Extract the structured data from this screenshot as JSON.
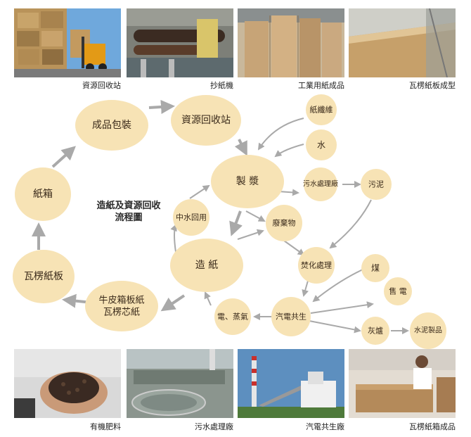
{
  "photos_top": [
    {
      "id": "recycle-station",
      "caption": "資源回收站"
    },
    {
      "id": "paper-machine",
      "caption": "抄紙機"
    },
    {
      "id": "industrial-paper",
      "caption": "工業用紙成品"
    },
    {
      "id": "corrugated-forming",
      "caption": "瓦楞紙板成型"
    }
  ],
  "photos_bottom": [
    {
      "id": "organic-fertilizer",
      "caption": "有機肥料"
    },
    {
      "id": "wastewater-plant",
      "caption": "污水處理廠"
    },
    {
      "id": "cogeneration-plant",
      "caption": "汽電共生廠"
    },
    {
      "id": "corrugated-box",
      "caption": "瓦楞紙箱成品"
    }
  ],
  "center_title": {
    "line1": "造紙及資源回收",
    "line2": "流程圖"
  },
  "nodes": {
    "packaging": "成品包裝",
    "recycle": "資源回收站",
    "carton": "紙箱",
    "pulping": "製 漿",
    "corrugated_board": "瓦楞紙板",
    "papermaking": "造 紙",
    "kraft_line1": "牛皮箱板紙",
    "kraft_line2": "瓦楞芯紙",
    "fiber": "紙纖維",
    "water": "水",
    "wastewater": "污水處理廠",
    "sludge": "污泥",
    "recycled_water": "中水回用",
    "waste": "廢棄物",
    "incineration": "焚化處理",
    "coal": "煤",
    "sell_power": "售 電",
    "cogeneration": "汽電共生",
    "power_steam": "電、蒸氣",
    "ash": "灰爐",
    "cement": "水泥製品"
  },
  "colors": {
    "node_fill": "#f7e3b5",
    "arrow": "#a9a9a9",
    "text": "#3a2a1a"
  }
}
